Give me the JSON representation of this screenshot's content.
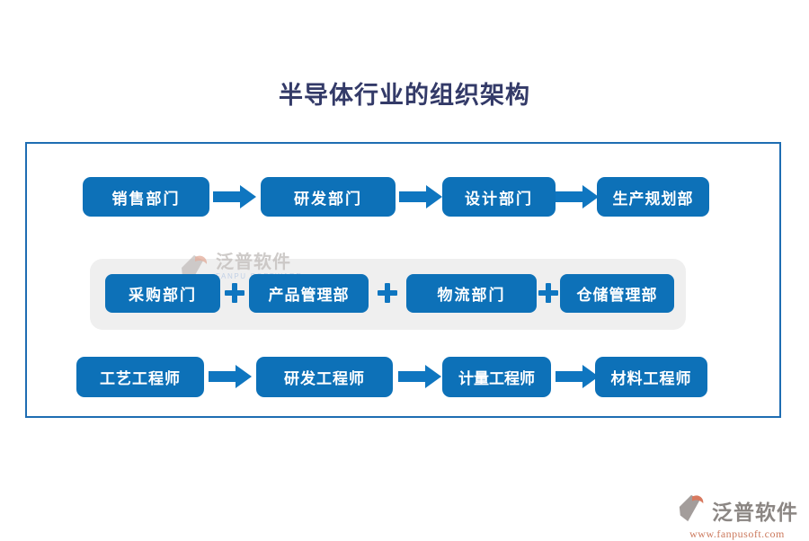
{
  "page": {
    "title": "半导体行业的组织架构"
  },
  "colors": {
    "box_blue": "#0d71b8",
    "connector_blue": "#0f76c0",
    "frame_border_blue": "#1e6db2",
    "panel_gray": "#efefef",
    "title_navy": "#333a68",
    "watermark_gray": "#c6c2c0",
    "watermark_blue": "#b9cbe4",
    "logo_text_gray": "#8b8683",
    "logo_url_orange": "#cc7a5e",
    "logo_icon_orange": "#d8795f",
    "logo_icon_gray": "#a39d9b"
  },
  "icons": {
    "arrow": "arrow-right-icon",
    "plus": "plus-icon",
    "fanpu_logo": "fanpu-logo-icon"
  },
  "rows": [
    {
      "name": "top-flow",
      "connector": "arrow",
      "items": [
        {
          "label": "销售部门"
        },
        {
          "label": "研发部门"
        },
        {
          "label": "设计部门"
        },
        {
          "label": "生产规划部"
        }
      ]
    },
    {
      "name": "middle-group",
      "connector": "plus",
      "items": [
        {
          "label": "采购部门"
        },
        {
          "label": "产品管理部"
        },
        {
          "label": "物流部门"
        },
        {
          "label": "仓储管理部"
        }
      ]
    },
    {
      "name": "bottom-flow",
      "connector": "arrow",
      "items": [
        {
          "label": "工艺工程师"
        },
        {
          "label": "研发工程师"
        },
        {
          "label": "计量工程师"
        },
        {
          "label": "材料工程师"
        }
      ]
    }
  ],
  "watermark": {
    "brand": "泛普软件",
    "subtext": "FANPU SOFTWARE"
  },
  "footer": {
    "brand": "泛普软件",
    "url": "www.fanpusoft.com"
  }
}
